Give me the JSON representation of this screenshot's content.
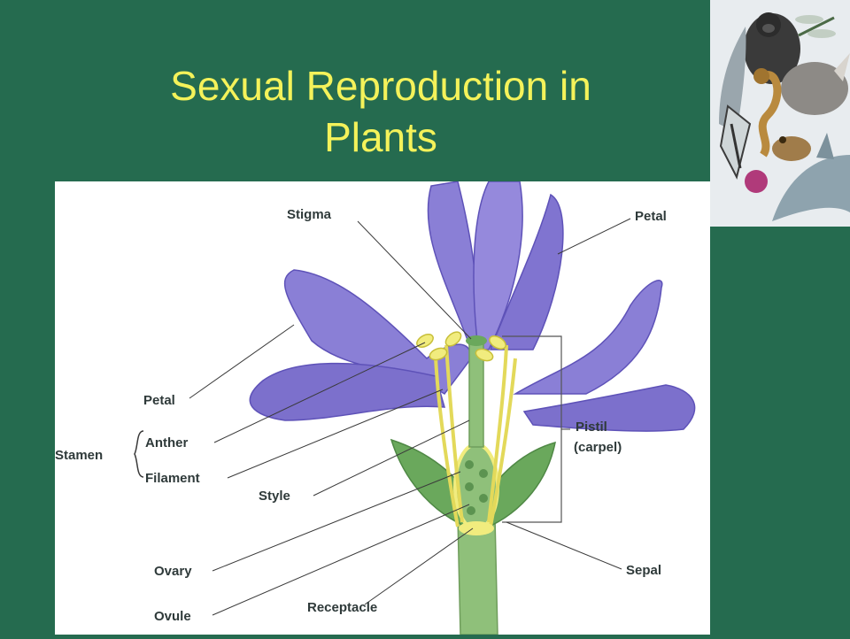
{
  "slide": {
    "title_line1": "Sexual Reproduction in",
    "title_line2": "Plants"
  },
  "diagram": {
    "labels": {
      "stigma": "Stigma",
      "petal_top": "Petal",
      "petal_left": "Petal",
      "stamen": "Stamen",
      "anther": "Anther",
      "filament": "Filament",
      "style": "Style",
      "pistil": "Pistil",
      "carpel": "(carpel)",
      "ovary": "Ovary",
      "ovule": "Ovule",
      "receptacle": "Receptacle",
      "sepal": "Sepal"
    }
  },
  "colors": {
    "background": "#256b4f",
    "title": "#f4f25a",
    "petal": "#8a7fd6",
    "petal_dark": "#5e52b8",
    "stamen": "#f1ec7e",
    "stem": "#8fc07a",
    "leaf": "#6aa85c"
  }
}
